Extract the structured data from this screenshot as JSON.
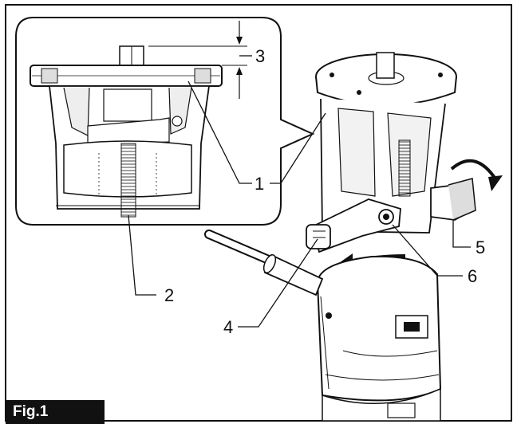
{
  "figure": {
    "label": "Fig.1"
  },
  "callouts": [
    "1",
    "2",
    "3",
    "4",
    "5",
    "6"
  ],
  "colors": {
    "ink": "#111111",
    "paper": "#ffffff",
    "label_bg": "#111111",
    "label_fg": "#ffffff"
  }
}
